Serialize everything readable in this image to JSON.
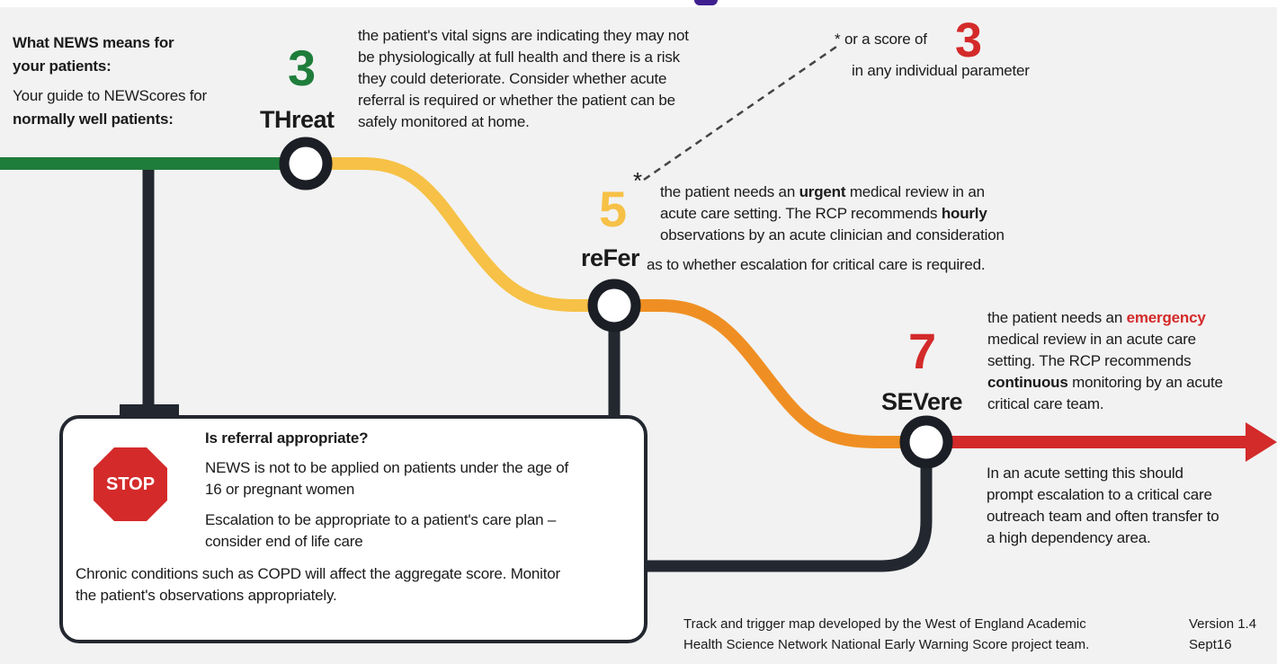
{
  "intro": {
    "line1": "What NEWS means for",
    "line2": "your patients:",
    "line3": "Your guide to NEWScores for",
    "line4": "normally well patients:"
  },
  "stations": [
    {
      "score": "3",
      "label": "THreat",
      "color": "#1f7d3b"
    },
    {
      "score": "5",
      "label": "reFer",
      "color": "#f6c146"
    },
    {
      "score": "7",
      "label": "SEVere",
      "color": "#d32a2a"
    }
  ],
  "threat_text": [
    "the patient's vital signs are indicating they may not",
    "be physiologically at full health and there is a risk",
    "they could deteriorate. Consider whether acute",
    "referral is required or whether the patient can be",
    "safely monitored at home."
  ],
  "note": {
    "star": "*",
    "prefix": "* or a score of",
    "score": "3",
    "line2": "in any individual parameter"
  },
  "refer_text": {
    "l1a": "the patient needs an ",
    "l1b": "urgent",
    "l1c": " medical review in an",
    "l2a": "acute care setting. The RCP recommends ",
    "l2b": "hourly",
    "l3": "observations by an acute clinician and consideration",
    "l4": "as to whether escalation for critical care is required."
  },
  "severe_text": {
    "l1a": "the patient needs an ",
    "l1b": "emergency",
    "l2": "medical review in an acute care",
    "l3": "setting. The RCP recommends",
    "l4a": "continuous",
    "l4b": " monitoring by an acute",
    "l5": "critical care team."
  },
  "severe_text2": [
    "In an acute setting this should",
    "prompt escalation to a critical care",
    "outreach team and often transfer to",
    "a high dependency area."
  ],
  "stop_box": {
    "sign": "STOP",
    "heading": "Is referral appropriate?",
    "p1": [
      "NEWS is not to be applied on patients under the age of",
      "16 or pregnant women"
    ],
    "p2": [
      "Escalation to be appropriate to a patient's care plan –",
      "consider end of life care"
    ],
    "p3": [
      "Chronic conditions such as COPD will affect the aggregate score. Monitor",
      "the patient's observations appropriately."
    ]
  },
  "footer": {
    "credit": [
      "Track and trigger map developed by the West of England Academic",
      "Health Science Network National Early Warning Score project team."
    ],
    "version": "Version 1.4",
    "date": "Sept16"
  },
  "colors": {
    "green": "#1f7d3b",
    "yellow": "#f6c146",
    "orange": "#ef8f23",
    "red": "#d32a2a",
    "dark": "#23272f"
  }
}
